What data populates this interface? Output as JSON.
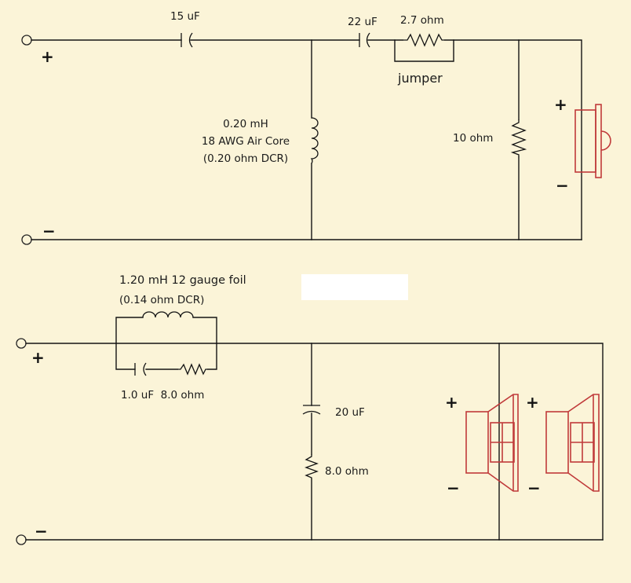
{
  "tweeter_network": {
    "input_plus": "+",
    "input_minus": "−",
    "series_cap_1": "15 uF",
    "series_cap_2": "22 uF",
    "series_resistor": "2.7 ohm",
    "jumper": "jumper",
    "shunt_inductor": [
      "0.20 mH",
      "18 AWG Air Core",
      "(0.20 ohm DCR)"
    ],
    "load_resistor": "10 ohm",
    "speaker_plus": "+",
    "speaker_minus": "−"
  },
  "woofer_network": {
    "input_plus": "+",
    "input_minus": "−",
    "series_inductor": [
      "1.20 mH 12 gauge foil",
      "(0.14 ohm DCR)"
    ],
    "parallel_cap_resistor": "1.0 uF  8.0 ohm",
    "shunt_cap": "20 uF",
    "shunt_resistor": "8.0 ohm",
    "speaker_1_plus": "+",
    "speaker_1_minus": "−",
    "speaker_2_plus": "+",
    "speaker_2_minus": "−"
  },
  "colors": {
    "background": "#fbf4d8",
    "wire": "#141414",
    "speaker": "#c03a3a"
  }
}
